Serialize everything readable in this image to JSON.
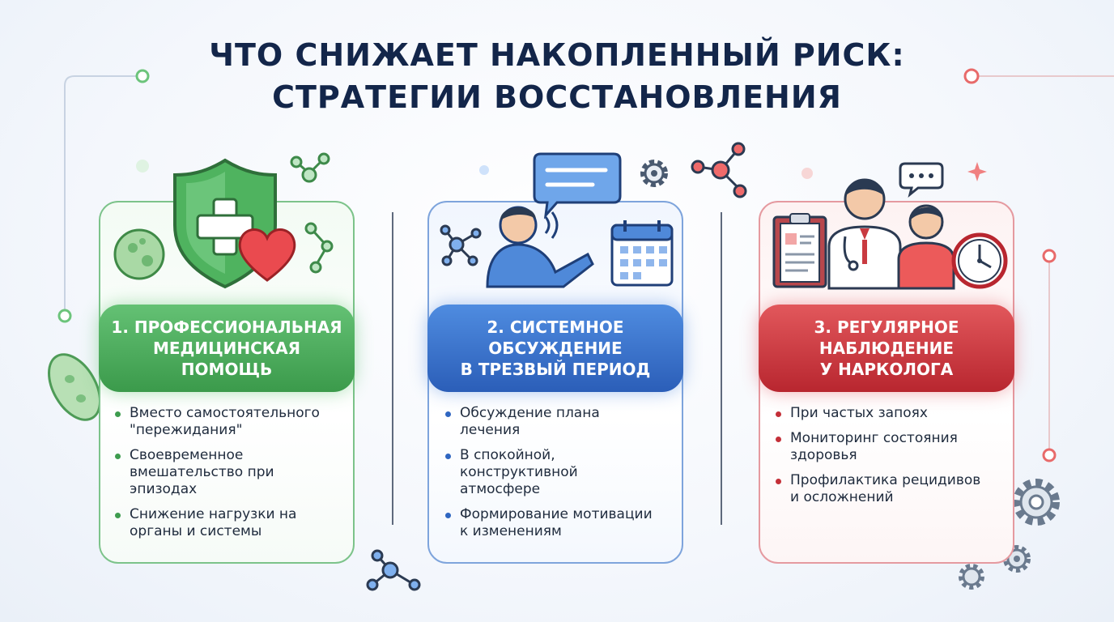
{
  "title": {
    "line1": "ЧТО СНИЖАЕТ НАКОПЛЕННЫЙ РИСК:",
    "line2": "СТРАТЕГИИ ВОССТАНОВЛЕНИЯ"
  },
  "colors": {
    "green": "#3e9c4f",
    "blue": "#2f66c1",
    "red": "#c42f38",
    "title": "#13264a"
  },
  "cards": [
    {
      "heading": "1. ПРОФЕССИОНАЛЬНАЯ\nМЕДИЦИНСКАЯ\nПОМОЩЬ",
      "icons": [
        "shield-cross-icon",
        "heart-icon",
        "bacteria-icon",
        "molecule-icon"
      ],
      "bullets": [
        "Вместо самостоятельного\n\"пережидания\"",
        "Своевременное\nвмешательство при\nэпизодах",
        "Снижение нагрузки на\nорганы и системы"
      ]
    },
    {
      "heading": "2. СИСТЕМНОЕ\nОБСУЖДЕНИЕ\nВ ТРЕЗВЫЙ ПЕРИОД",
      "icons": [
        "person-talking-icon",
        "speech-bubble-icon",
        "calendar-icon",
        "gear-icon",
        "molecule-icon"
      ],
      "bullets": [
        "Обсуждение плана\nлечения",
        "В спокойной,\nконструктивной\nатмосфере",
        "Формирование мотивации\nк изменениям"
      ]
    },
    {
      "heading": "3. РЕГУЛЯРНОЕ\nНАБЛЮДЕНИЕ\nУ НАРКОЛОГА",
      "icons": [
        "doctor-icon",
        "patient-icon",
        "clipboard-icon",
        "clock-icon",
        "chat-icon",
        "gear-icon"
      ],
      "bullets": [
        "При частых запоях",
        "Мониторинг состояния\nздоровья",
        "Профилактика рецидивов\nи осложнений"
      ]
    }
  ]
}
